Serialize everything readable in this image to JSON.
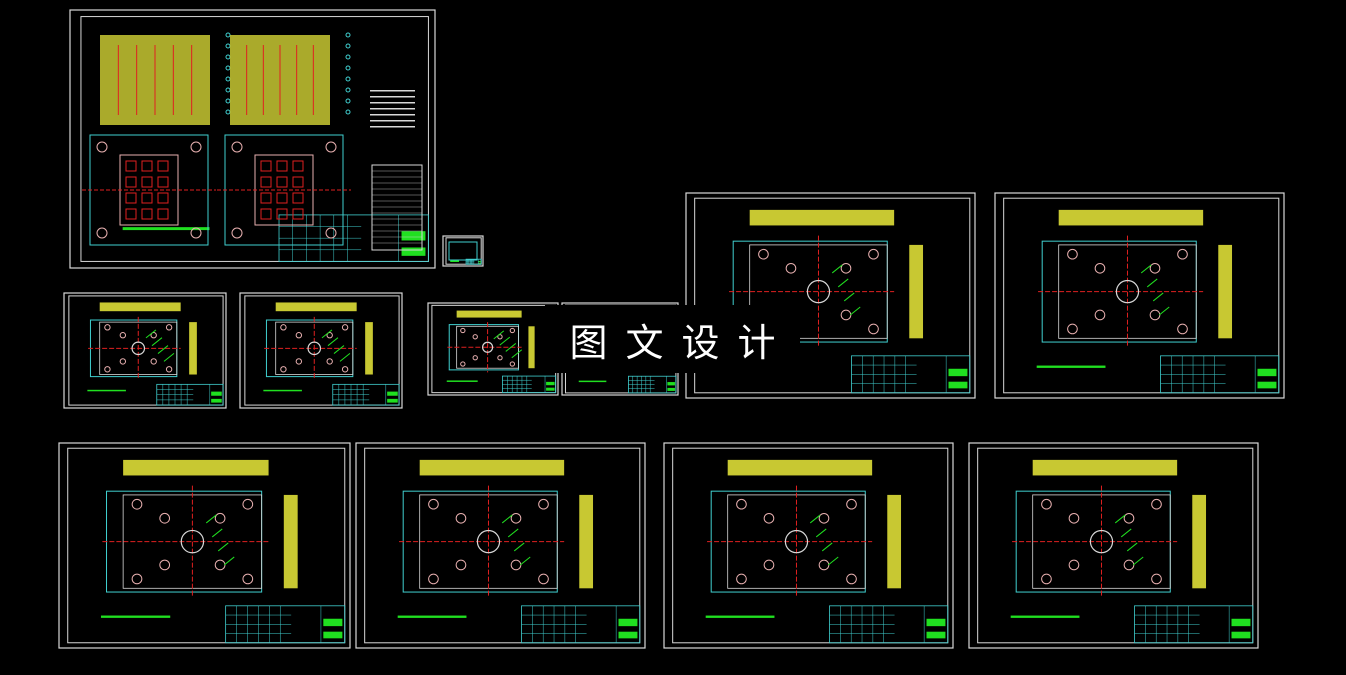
{
  "watermark": {
    "text": "图文设计"
  },
  "colors": {
    "background": "#000000",
    "sheet_border": "#d8d8d8",
    "part_fill": "#c8c832",
    "outline": "#40d0d0",
    "centerline": "#e02020",
    "dimension": "#20e020",
    "hole": "#e8b0b0"
  },
  "sheets": [
    {
      "kind": "assembly"
    },
    {
      "kind": "thumbnail"
    },
    {
      "kind": "cavity-plate"
    },
    {
      "kind": "core-plate"
    },
    {
      "kind": "ring-part"
    },
    {
      "kind": "small-part"
    },
    {
      "kind": "plate"
    },
    {
      "kind": "plate"
    },
    {
      "kind": "plate"
    },
    {
      "kind": "plate"
    },
    {
      "kind": "plate"
    },
    {
      "kind": "plate"
    }
  ]
}
